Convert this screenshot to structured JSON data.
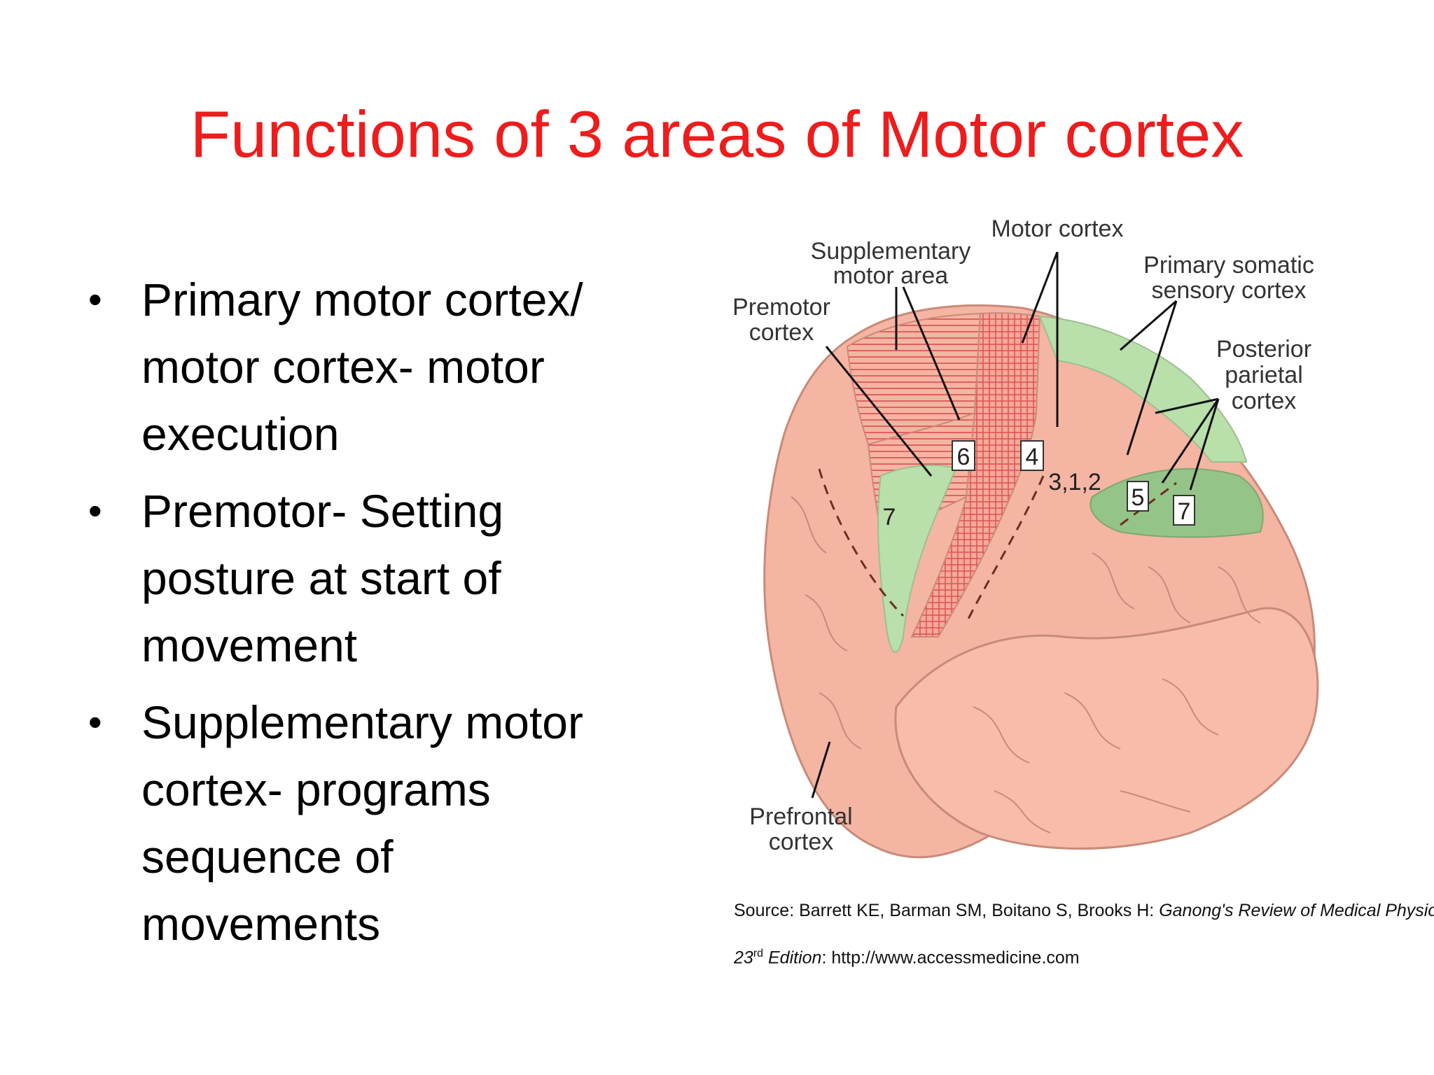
{
  "slide": {
    "title": "Functions of 3 areas of Motor cortex",
    "bullets": [
      {
        "lines": [
          "Primary motor cortex/",
          "motor cortex- motor",
          "execution"
        ]
      },
      {
        "lines": [
          "Premotor-  Setting",
          "posture at start of",
          "movement"
        ]
      },
      {
        "lines": [
          "Supplementary motor",
          "cortex- programs",
          "sequence of",
          "movements"
        ]
      }
    ],
    "bullet_glyph": "•"
  },
  "figure": {
    "labels": {
      "supplementary_1": "Supplementary",
      "supplementary_2": "motor area",
      "motor_cortex": "Motor cortex",
      "primary_somatic_1": "Primary somatic",
      "primary_somatic_2": "sensory cortex",
      "premotor_1": "Premotor",
      "premotor_2": "cortex",
      "posterior_1": "Posterior",
      "posterior_2": "parietal",
      "posterior_3": "cortex",
      "prefrontal_1": "Prefrontal",
      "prefrontal_2": "cortex"
    },
    "area_numbers": {
      "six": "6",
      "four": "4",
      "three_one_two": "3,1,2",
      "five": "5",
      "seven_right": "7",
      "seven_left": "7"
    },
    "colors": {
      "brain": "#f5b5a3",
      "brain_outline": "#c98a7a",
      "green_area": "#b9dfaa",
      "dark_green_area": "#94c487",
      "motor_hatch": "#e06060",
      "title_red": "#ee1c1c"
    }
  },
  "source": {
    "line1_plain": "Source: Barrett KE, Barman SM, Boitano S, Brooks H: ",
    "line1_italic": "Ganong's Review of Medical Physiology,",
    "line2_num": "23",
    "line2_sup": "rd",
    "line2_italic": " Edition",
    "line2_plain": ": http://www.accessmedicine.com"
  }
}
